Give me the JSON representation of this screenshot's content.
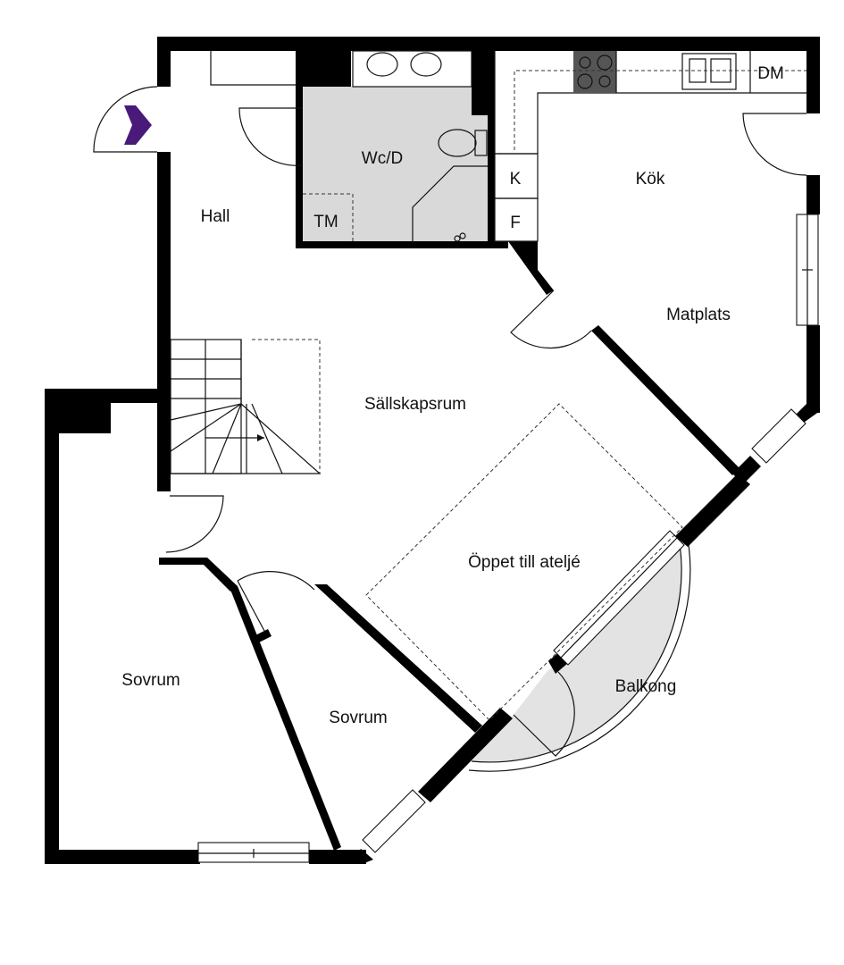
{
  "rooms": {
    "hall": "Hall",
    "wc": "Wc/D",
    "tm": "TM",
    "kok": "Kök",
    "k": "K",
    "f": "F",
    "dm": "DM",
    "matplats": "Matplats",
    "sallskapsrum": "Sällskapsrum",
    "oppet": "Öppet till ateljé",
    "sovrum_left": "Sovrum",
    "sovrum_mid": "Sovrum",
    "balkong": "Balkong"
  },
  "colors": {
    "wall": "#000000",
    "wet_room_fill": "#d9d9d9",
    "balcony_fill": "#e3e3e3",
    "stove_fill": "#555555",
    "entrance_arrow": "#4a1a7a"
  },
  "icons": {
    "entrance": "entrance-arrow-icon",
    "stove": "stove-icon",
    "sink": "sink-icon",
    "toilet": "toilet-icon"
  }
}
